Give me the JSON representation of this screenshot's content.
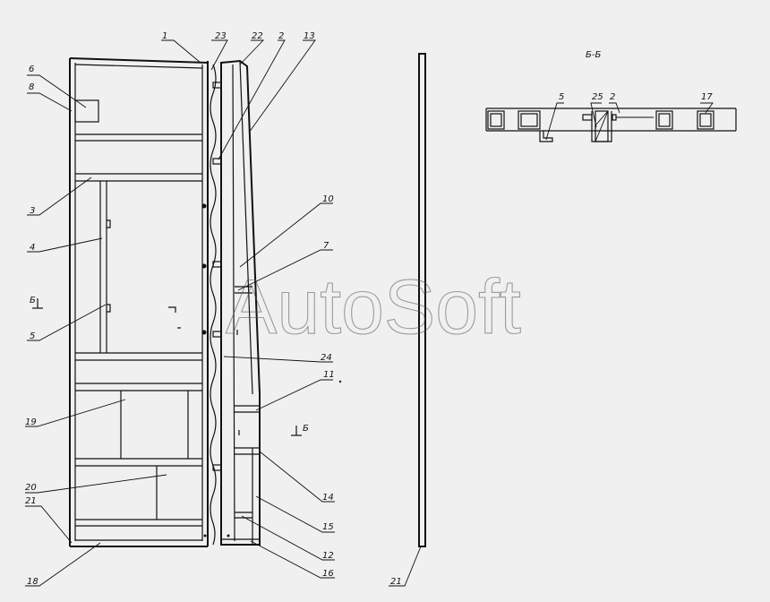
{
  "section_title": "Б-Б",
  "watermark": "AutoSoft",
  "section_marks": {
    "left": "Б",
    "right": "Б"
  },
  "callouts_main": [
    "1",
    "23",
    "22",
    "2",
    "13",
    "6",
    "8",
    "3",
    "4",
    "5",
    "10",
    "7",
    "24",
    "11",
    "19",
    "14",
    "20",
    "21",
    "15",
    "12",
    "18",
    "16"
  ],
  "callout_rail": "21",
  "callouts_section": [
    "5",
    "25",
    "2",
    "17"
  ]
}
